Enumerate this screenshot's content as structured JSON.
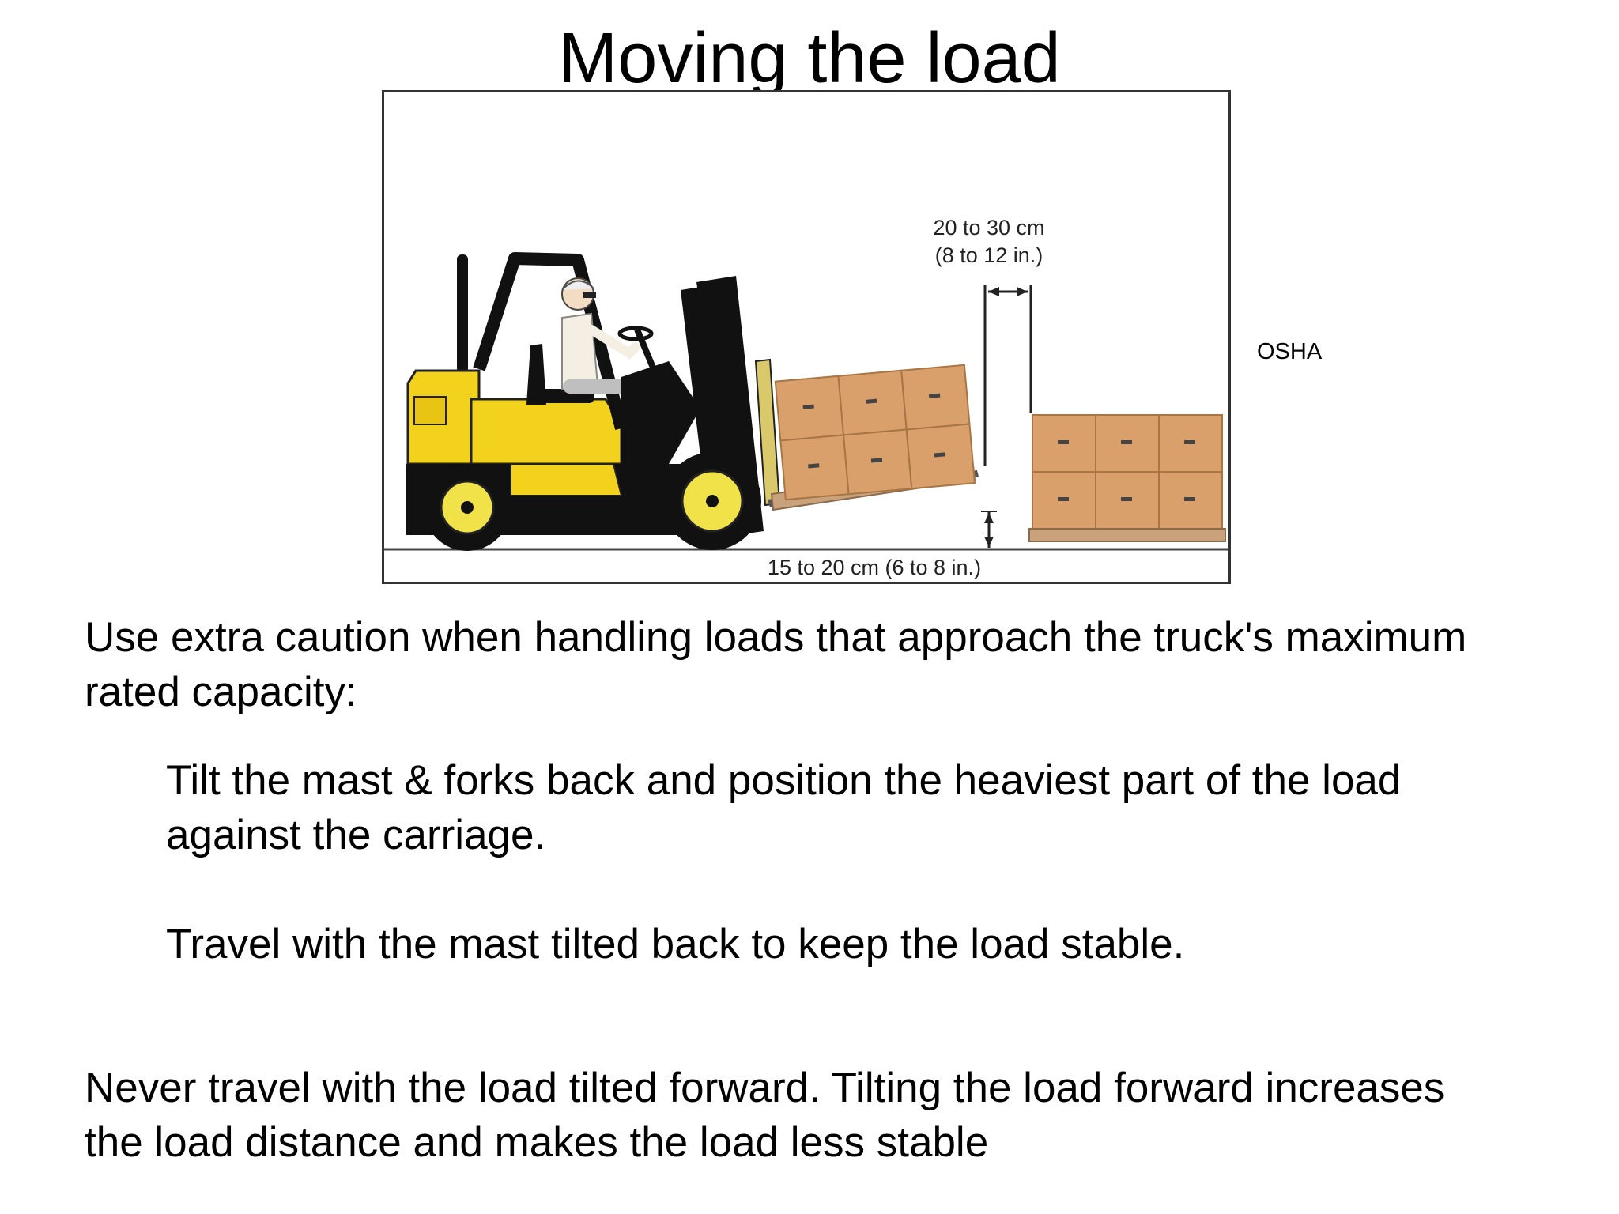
{
  "slide": {
    "title": "Moving the load",
    "credit": "OSHA"
  },
  "figure": {
    "top_dimension_line1": "20 to 30 cm",
    "top_dimension_line2": "(8 to 12 in.)",
    "bottom_dimension": "15 to 20 cm (6 to 8 in.)"
  },
  "body": {
    "intro": "Use extra caution when handling loads that approach the truck's maximum rated capacity:",
    "point_1": "Tilt the mast & forks back and position the heaviest part of the load against the carriage.",
    "point_2": "Travel with the mast tilted back to keep the load stable.",
    "warning": "Never travel with the load tilted forward. Tilting the load forward increases the load distance and makes the load less stable"
  },
  "colors": {
    "forklift_body": "#f2d21c",
    "forklift_frame": "#111111",
    "box": "#d9a06b",
    "pallet": "#c9a27c"
  }
}
